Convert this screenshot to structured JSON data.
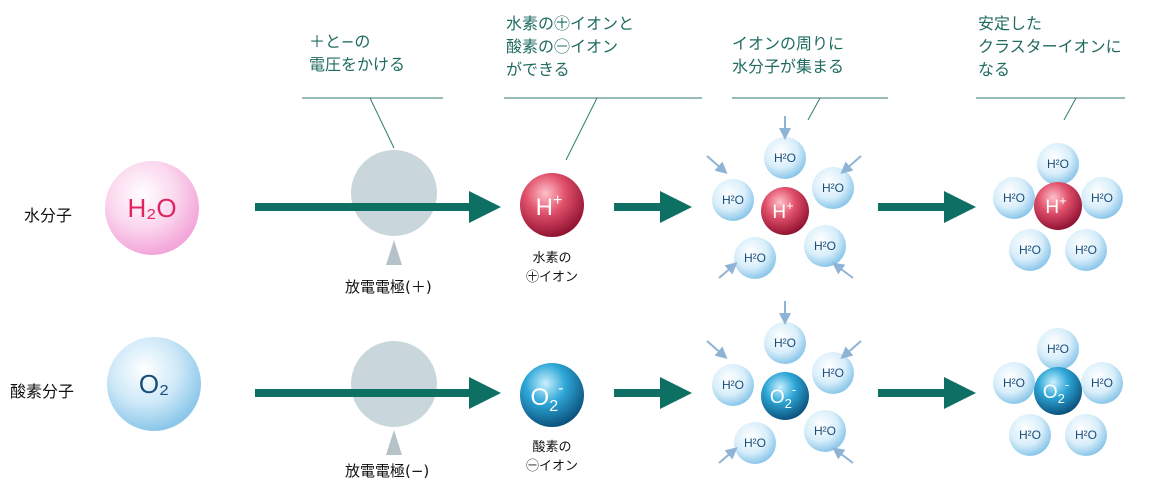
{
  "steps": [
    {
      "caption": "＋と−の\n電圧をかける"
    },
    {
      "caption": "水素の㊉イオンと\n酸素の㊀イオン\nができる"
    },
    {
      "caption": "イオンの周りに\n水分子が集まる"
    },
    {
      "caption": "安定した\nクラスターイオンに\nなる"
    }
  ],
  "rows": [
    {
      "row_label": "水分子",
      "molecule": "H₂O",
      "electrode_label": "放電電極(＋)",
      "ion": "H+",
      "ion_label": "水素の\n㊉イオン"
    },
    {
      "row_label": "酸素分子",
      "molecule": "O₂",
      "electrode_label": "放電電極(−)",
      "ion": "O2-",
      "ion_label": "酸素の\n㊀イオン"
    }
  ],
  "water_bubble_text": "H²O",
  "colors": {
    "caption": "#1f6b60",
    "arrow": "#0e6f63",
    "positive_ion": "#d23a55",
    "negative_ion": "#1e8fc0",
    "electrode": "#c9d6dc",
    "leader": "#2f7a70"
  }
}
